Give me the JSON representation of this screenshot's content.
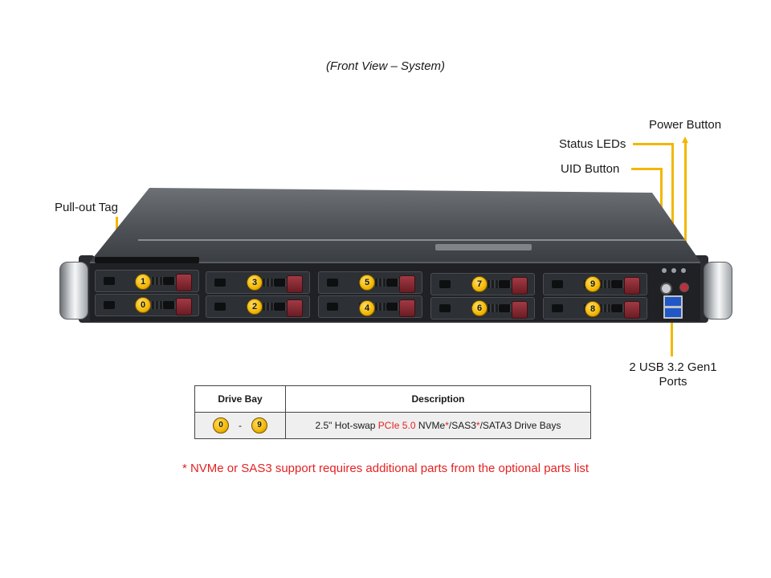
{
  "title": "(Front View – System)",
  "callouts": {
    "pull_out_tag": "Pull-out Tag",
    "uid_button": "UID Button",
    "status_leds": "Status LEDs",
    "power_button": "Power Button",
    "usb_ports": "2 USB 3.2 Gen1 Ports"
  },
  "drive_bays": [
    {
      "top": "1",
      "bottom": "0"
    },
    {
      "top": "3",
      "bottom": "2"
    },
    {
      "top": "5",
      "bottom": "4"
    },
    {
      "top": "7",
      "bottom": "6"
    },
    {
      "top": "9",
      "bottom": "8"
    }
  ],
  "table": {
    "headers": [
      "Drive Bay",
      "Description"
    ],
    "row": {
      "bay_from": "0",
      "bay_sep": "-",
      "bay_to": "9",
      "desc_part1": "2.5\" Hot-swap ",
      "desc_pcie": "PCIe 5.0",
      "desc_part2": " NVMe",
      "desc_star1": "*",
      "desc_part3": "/SAS3",
      "desc_star2": "*",
      "desc_part4": "/SATA3 Drive Bays"
    }
  },
  "footnote": "* NVMe or SAS3 support requires additional parts from the optional parts list",
  "colors": {
    "leader": "#f2b705",
    "footnote": "#e52222",
    "badge": "#f2b705"
  }
}
